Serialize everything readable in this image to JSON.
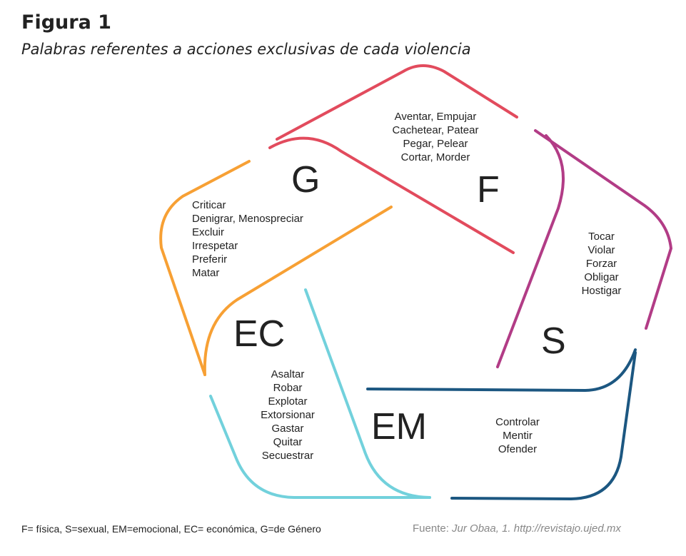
{
  "title": "Figura 1",
  "subtitle": "Palabras referentes a acciones exclusivas de cada violencia",
  "colors": {
    "F": "#e24b5d",
    "S": "#b23c86",
    "EM": "#1c5781",
    "EC": "#72d1dc",
    "G": "#f7a034"
  },
  "groups": {
    "F": {
      "letter": "F",
      "words": [
        "Aventar, Empujar",
        "Cachetear, Patear",
        "Pegar, Pelear",
        "Cortar, Morder"
      ]
    },
    "S": {
      "letter": "S",
      "words": [
        "Tocar",
        "Violar",
        "Forzar",
        "Obligar",
        "Hostigar"
      ]
    },
    "EM": {
      "letter": "EM",
      "words": [
        "Controlar",
        "Mentir",
        "Ofender"
      ]
    },
    "EC": {
      "letter": "EC",
      "words": [
        "Asaltar",
        "Robar",
        "Explotar",
        "Extorsionar",
        "Gastar",
        "Quitar",
        "Secuestrar"
      ]
    },
    "G": {
      "letter": "G",
      "words": [
        "Criticar",
        "Denigrar, Menospreciar",
        "Excluir",
        "Irrespetar",
        "Preferir",
        "Matar"
      ]
    }
  },
  "legend": "F= física, S=sexual, EM=emocional, EC= económica, G=de Género",
  "source_label": "Fuente:",
  "source_text": "Jur Obaa, 1. http://revistajo.ujed.mx"
}
